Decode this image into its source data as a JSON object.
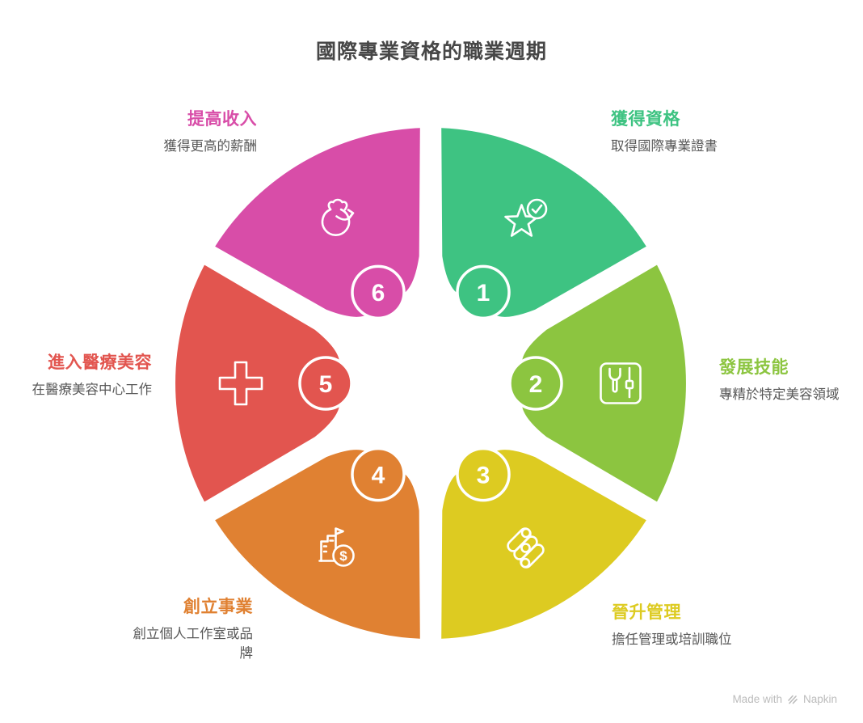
{
  "title": "國際專業資格的職業週期",
  "colors": {
    "title_text": "#474747",
    "description_text": "#585858",
    "badge_ring": "#ffffff",
    "icon_stroke": "#ffffff",
    "footer_text": "#bcbcbc",
    "background": "#ffffff"
  },
  "segments": [
    {
      "number": "1",
      "heading": "獲得資格",
      "description": "取得國際專業證書",
      "color": "#3ec382",
      "icon": "star-check-icon"
    },
    {
      "number": "2",
      "heading": "發展技能",
      "description": "專精於特定美容領域",
      "color": "#8cc540",
      "icon": "tools-icon"
    },
    {
      "number": "3",
      "heading": "晉升管理",
      "description": "擔任管理或培訓職位",
      "color": "#ddcb21",
      "icon": "growth-steps-icon"
    },
    {
      "number": "4",
      "heading": "創立事業",
      "description": "創立個人工作室或品牌",
      "color": "#e08132",
      "icon": "building-dollar-icon"
    },
    {
      "number": "5",
      "heading": "進入醫療美容",
      "description": "在醫療美容中心工作",
      "color": "#e2554f",
      "icon": "medical-cross-icon"
    },
    {
      "number": "6",
      "heading": "提高收入",
      "description": "獲得更高的薪酬",
      "color": "#d84da8",
      "icon": "money-bag-icon"
    }
  ],
  "footer": {
    "prefix": "Made with",
    "brand": "Napkin",
    "logo": "napkin-logo-icon"
  }
}
